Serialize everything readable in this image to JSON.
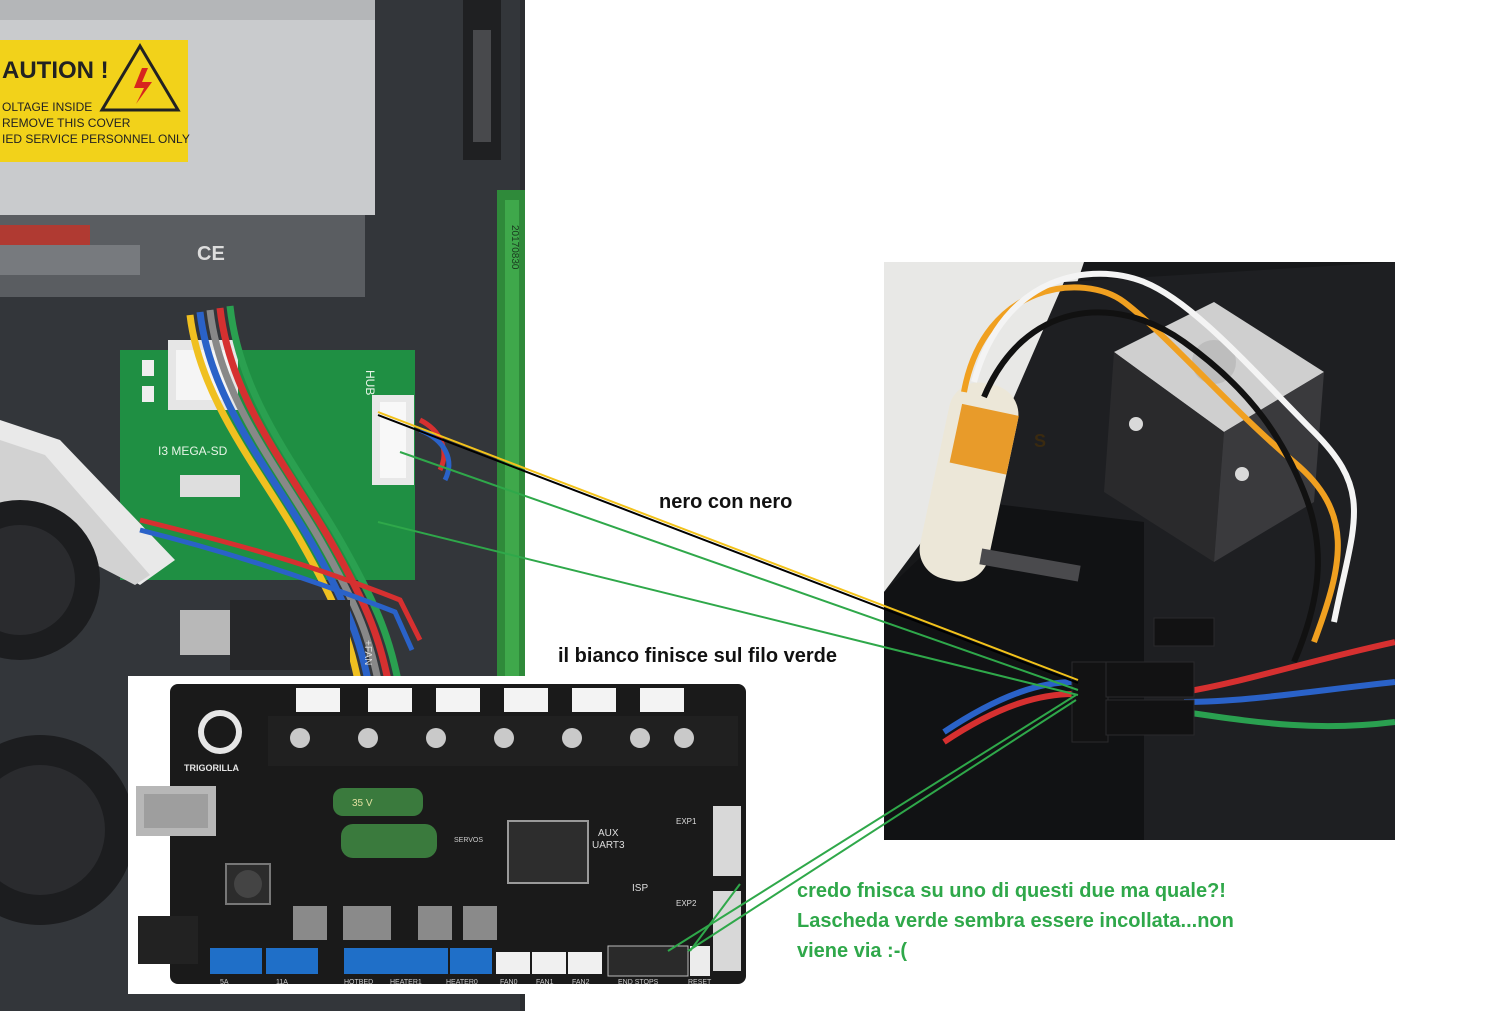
{
  "photos": {
    "left": {
      "description_icon": "printer-electronics-photo",
      "caution_sticker": {
        "title": "AUTION !",
        "lines": [
          "OLTAGE INSIDE",
          "REMOVE THIS COVER",
          "IED SERVICE PERSONNEL ONLY"
        ]
      },
      "hub_label": "HUB",
      "board_label": "I3 MEGA-SD",
      "date_code": "20170830",
      "fan_label": "+FAN"
    },
    "board": {
      "brand": "TRIGORILLA",
      "aux_label": "AUX",
      "uart_label": "UART3",
      "isp_label": "ISP",
      "exp1_label": "EXP1",
      "exp2_label": "EXP2",
      "reset_label": "RESET",
      "endstops_label": "END STOPS",
      "servos_label": "SERVOS",
      "terminal_labels": [
        "5A",
        "11A",
        "HOTBED",
        "HEATER1",
        "HEATER0",
        "FAN0",
        "FAN1",
        "FAN2"
      ],
      "cap_label": "35 V"
    },
    "right": {
      "description_icon": "filament-sensor-photo",
      "tape_label": "S"
    }
  },
  "annotations": {
    "black_to_black": "nero con nero",
    "white_on_green": "il bianco finisce sul filo verde",
    "question_lines": [
      "credo fnisca su uno di questi due ma quale?!",
      "Lascheda verde sembra essere incollata...non",
      "viene via :-("
    ]
  },
  "colors": {
    "black_line": "#000000",
    "yellow_line": "#f2c21b",
    "green_line": "#2fa84a",
    "green_text": "#2fa84a"
  }
}
